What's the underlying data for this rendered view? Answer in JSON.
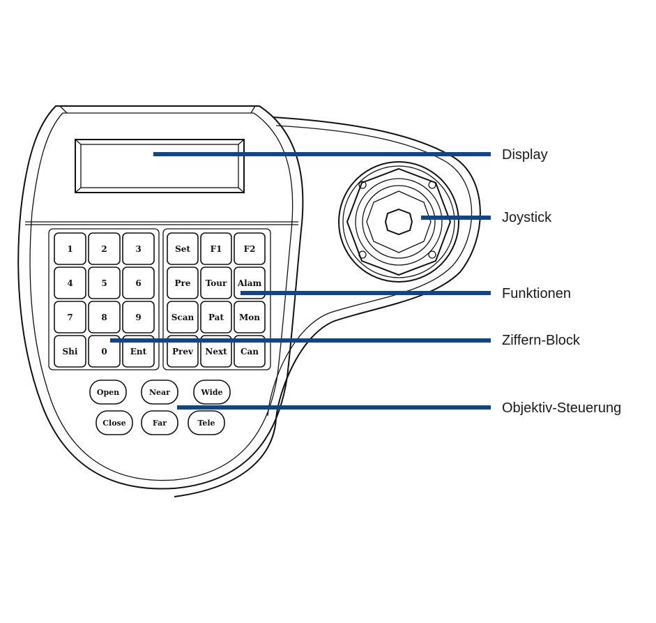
{
  "callouts": {
    "display": "Display",
    "joystick": "Joystick",
    "funktionen": "Funktionen",
    "ziffern_block": "Ziffern-Block",
    "objektiv_steuerung": "Objektiv-Steuerung"
  },
  "numeric_keys": [
    [
      "1",
      "2",
      "3"
    ],
    [
      "4",
      "5",
      "6"
    ],
    [
      "7",
      "8",
      "9"
    ],
    [
      "Shi",
      "0",
      "Ent"
    ]
  ],
  "function_keys": [
    [
      "Set",
      "F1",
      "F2"
    ],
    [
      "Pre",
      "Tour",
      "Alam"
    ],
    [
      "Scan",
      "Pat",
      "Mon"
    ],
    [
      "Prev",
      "Next",
      "Can"
    ]
  ],
  "lens_keys": {
    "row1": [
      "Open",
      "Near",
      "Wide"
    ],
    "row2": [
      "Close",
      "Far",
      "Tele"
    ]
  },
  "colors": {
    "leader_line": "#0e4592",
    "outline": "#111111"
  }
}
